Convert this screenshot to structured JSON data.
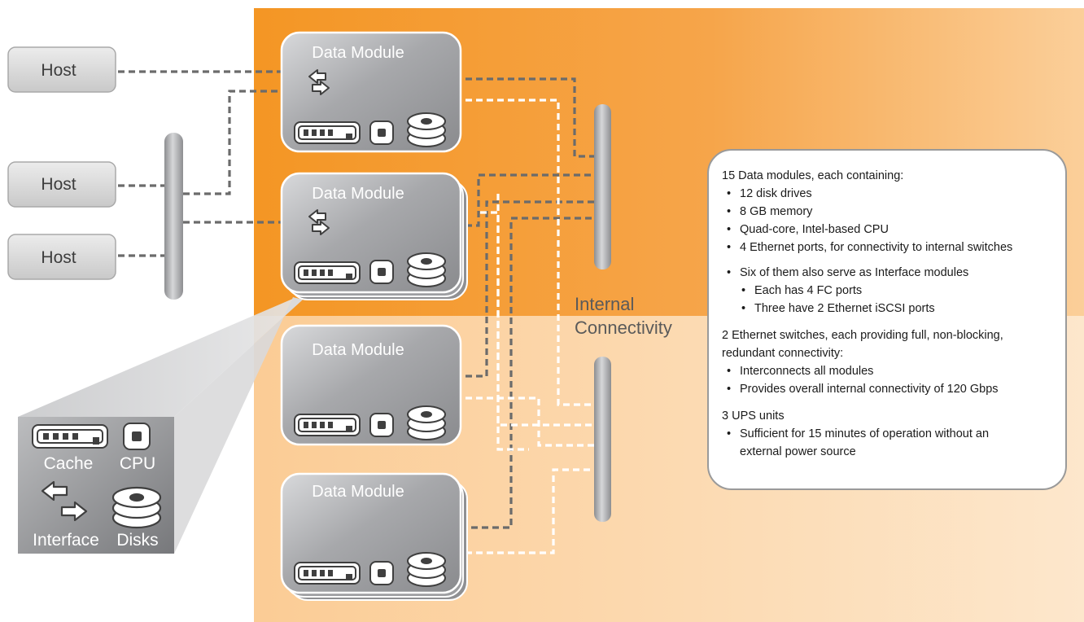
{
  "hosts": [
    "Host",
    "Host",
    "Host"
  ],
  "modules": [
    "Data Module",
    "Data Module",
    "Data Module",
    "Data Module"
  ],
  "connectivity_label": [
    "Internal",
    "Connectivity"
  ],
  "legend": {
    "cache": "Cache",
    "cpu": "CPU",
    "interface": "Interface",
    "disks": "Disks"
  },
  "info": {
    "modules_heading": "15 Data modules, each containing:",
    "modules_items": [
      "12 disk drives",
      "8 GB memory",
      "Quad-core, Intel-based CPU",
      "4 Ethernet ports, for connectivity to internal switches"
    ],
    "interface_item": "Six of them also serve as Interface modules",
    "interface_sub": [
      "Each has 4 FC ports",
      "Three have 2 Ethernet iSCSI ports"
    ],
    "switches_heading_1": "2 Ethernet switches, each providing full, non-blocking,",
    "switches_heading_2": "redundant connectivity:",
    "switches_items": [
      "Interconnects all modules",
      "Provides overall internal connectivity of 120 Gbps"
    ],
    "ups_heading": "3 UPS units",
    "ups_item_1": "Sufficient for 15 minutes of operation without an",
    "ups_item_2": "external power source"
  },
  "colors": {
    "orange_top": "#f39a2e",
    "orange_bottom": "#fcd09a",
    "module_gray": "#9b9c9f",
    "dashed_dark": "#6f6f6f",
    "dashed_light": "#ffffff"
  }
}
